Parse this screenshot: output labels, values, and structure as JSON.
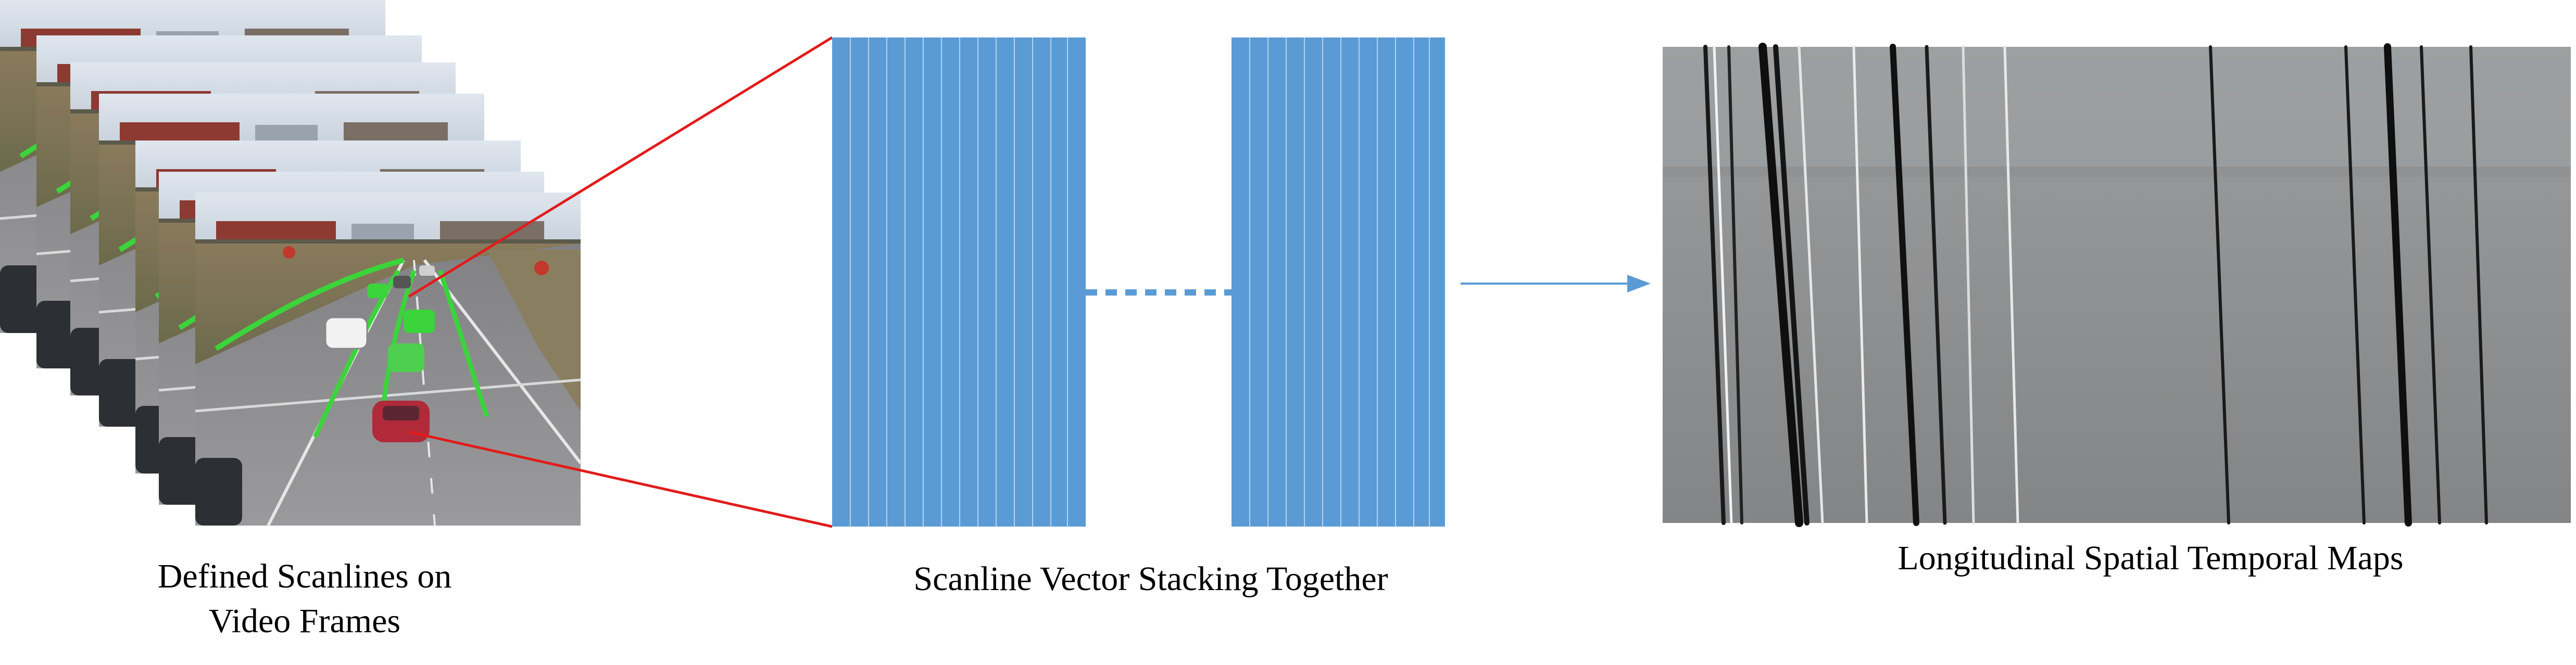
{
  "captions": {
    "scanlines_line1": "Defined Scanlines on",
    "scanlines_line2": "Video Frames",
    "stacking": "Scanline Vector Stacking Together",
    "maps": "Longitudinal Spatial Temporal Maps"
  },
  "colors": {
    "vector_blue": "#5b9bd5",
    "zoom_line_red": "#e21b1b",
    "arrow_blue": "#5b9bd5",
    "scanline_green": "#3bd43b"
  }
}
